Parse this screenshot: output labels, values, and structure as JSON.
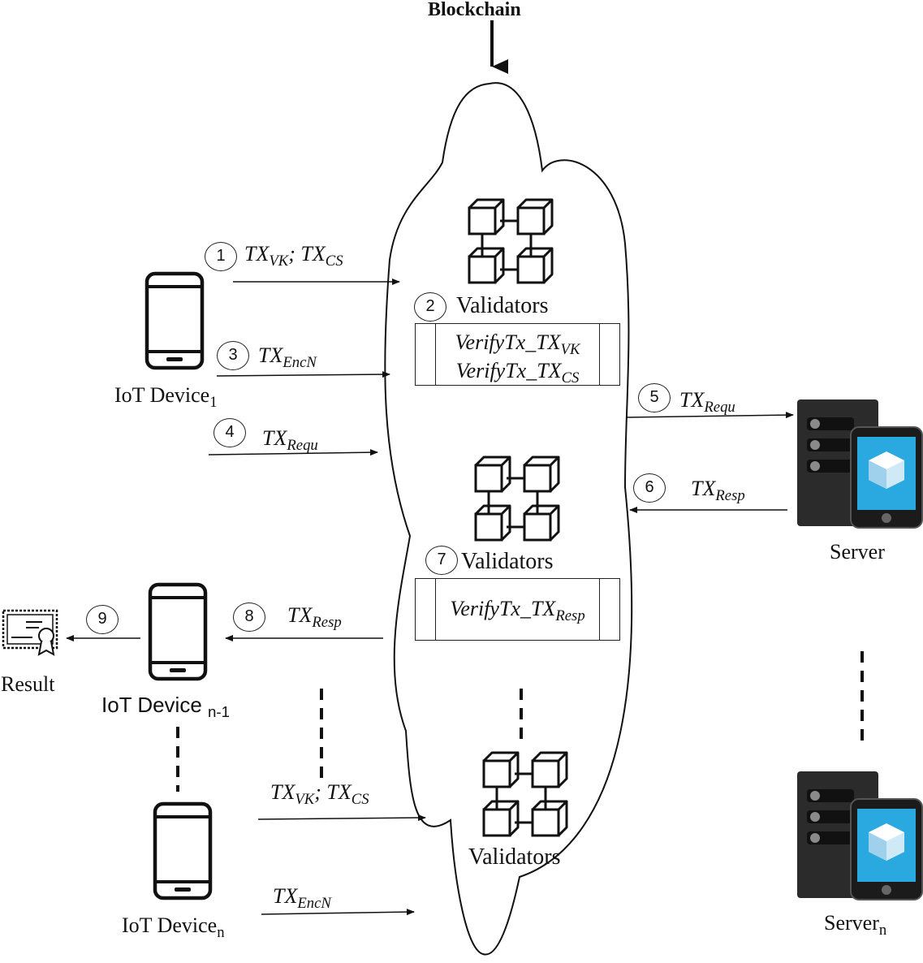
{
  "blockchain_label": "Blockchain",
  "validators": {
    "v1": {
      "label": "Validators",
      "step": "2",
      "lines": [
        {
          "base": "VerifyTx_TX",
          "sub": "VK"
        },
        {
          "base": "VerifyTx_TX",
          "sub": "CS"
        }
      ]
    },
    "v2": {
      "label": "Validators",
      "step": "7",
      "lines": [
        {
          "base": "VerifyTx_TX",
          "sub": "Resp"
        }
      ]
    },
    "v3": {
      "label": "Validators"
    }
  },
  "devices": {
    "d1": {
      "label": "IoT Device",
      "sub": "1"
    },
    "dn1": {
      "label": "IoT Device ",
      "sub": "n-1"
    },
    "dn": {
      "label": "IoT Device",
      "sub": "n"
    }
  },
  "servers": {
    "s1": {
      "label": "Server"
    },
    "sn": {
      "label": "Server",
      "sub": "n"
    }
  },
  "result_label": "Result",
  "messages": {
    "m1": {
      "step": "1",
      "a": "TX",
      "a_sub": "VK",
      "sep": "; ",
      "b": "TX",
      "b_sub": "CS"
    },
    "m3": {
      "step": "3",
      "a": "TX",
      "a_sub": "EncN"
    },
    "m4": {
      "step": "4",
      "a": "TX",
      "a_sub": "Requ"
    },
    "m5": {
      "step": "5",
      "a": "TX",
      "a_sub": "Requ"
    },
    "m6": {
      "step": "6",
      "a": "TX",
      "a_sub": "Resp"
    },
    "m8": {
      "step": "8",
      "a": "TX",
      "a_sub": "Resp"
    },
    "m9": {
      "step": "9"
    },
    "mn1": {
      "a": "TX",
      "a_sub": "VK",
      "sep": "; ",
      "b": "TX",
      "b_sub": "CS"
    },
    "mn2": {
      "a": "TX",
      "a_sub": "EncN"
    }
  },
  "colors": {
    "ink": "#111111",
    "server_body": "#2b2b2b",
    "screen_blue": "#2aa8e0"
  }
}
